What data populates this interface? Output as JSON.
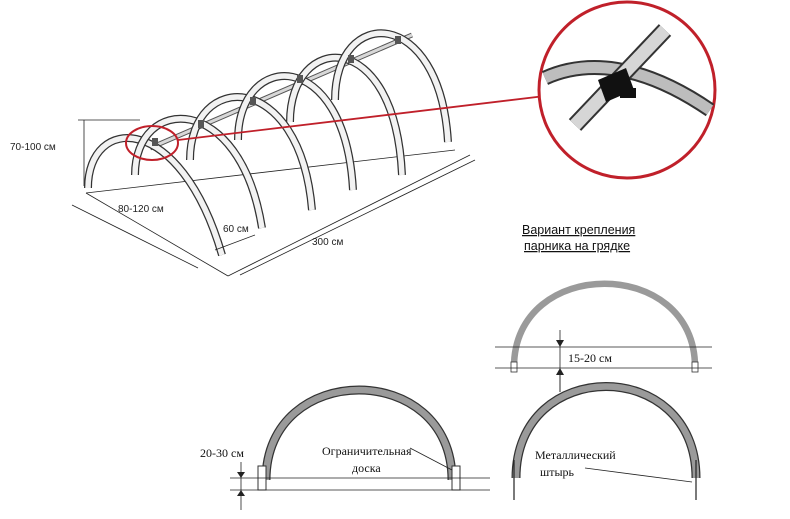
{
  "top_diagram": {
    "height_label": "70-100 см",
    "width_label": "80-120 см",
    "spacing_label": "60 см",
    "length_label": "300 см"
  },
  "mount_variant": {
    "title_line1": "Вариант крепления",
    "title_line2": "парника на грядке"
  },
  "bed_board": {
    "height_label": "20-30 см",
    "board_label_line1": "Ограничительная",
    "board_label_line2": "доска"
  },
  "pin_mount": {
    "depth_label": "15-20 см",
    "pin_label_line1": "Металлический",
    "pin_label_line2": "штырь"
  },
  "colors": {
    "callout": "#c0202a",
    "arch_fill": "#9a9a9a",
    "line": "#222222"
  }
}
